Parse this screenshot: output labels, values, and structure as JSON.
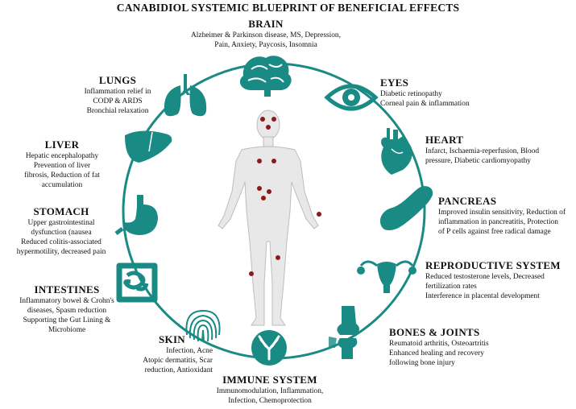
{
  "title": "CANABIDIOL SYSTEMIC BLUEPRINT OF BENEFICIAL EFFECTS",
  "colors": {
    "teal": "#1a8a84",
    "teal_dark": "#0f6a66",
    "ring": "#1a8a84",
    "dot": "#8b1a1a",
    "body": "#e6e6e6"
  },
  "organs": {
    "brain": {
      "name": "BRAIN",
      "icon": "brain-icon",
      "lines": [
        "Alzheimer & Parkinson disease, MS, Depression,",
        "Pain, Anxiety, Paycosis, Insomnia"
      ]
    },
    "eyes": {
      "name": "EYES",
      "icon": "eye-icon",
      "lines": [
        "Diabetic retinopathy",
        "Corneal pain & inflammation"
      ]
    },
    "heart": {
      "name": "HEART",
      "icon": "heart-icon",
      "lines": [
        "Infarct, Ischaemia-reperfusion, Blood",
        "pressure, Diabetic cardiomyopathy"
      ]
    },
    "pancreas": {
      "name": "PANCREAS",
      "icon": "pancreas-icon",
      "lines": [
        "Improved insulin sensitivity, Reduction of",
        "inflammation in pancreatitis, Protection",
        "of P cells against free radical damage"
      ]
    },
    "reproductive": {
      "name": "REPRODUCTIVE SYSTEM",
      "icon": "uterus-icon",
      "lines": [
        "Reduced testosterone levels,  Decreased",
        "fertilization rates",
        "Interference in placental development"
      ]
    },
    "bones": {
      "name": "BONES & JOINTS",
      "icon": "knee-joint-icon",
      "lines": [
        "Reumatoid arthritis, Osteoartritis",
        "Enhanced  healing and recovery",
        "following bone injury"
      ]
    },
    "immune": {
      "name": "IMMUNE SYSTEM",
      "icon": "antibody-icon",
      "lines": [
        "Immunomodulation, Inflammation,",
        "Infection, Chemoprotection"
      ]
    },
    "skin": {
      "name": "SKIN",
      "icon": "fingerprint-icon",
      "lines": [
        "Infection, Acne",
        "Atopic dermatitis, Scar",
        "reduction, Antioxidant"
      ]
    },
    "intestines": {
      "name": "INTESTINES",
      "icon": "intestines-icon",
      "lines": [
        "Inflammatory bowel & Crohn's",
        "diseases, Spasm reduction",
        "Supporting the Gut Lining &",
        "Microbiome"
      ]
    },
    "stomach": {
      "name": "STOMACH",
      "icon": "stomach-icon",
      "lines": [
        "Upper gastrointestinal",
        "dysfunction (nausea",
        "Reduced colitis-associated",
        "hypermotility, decreased pain"
      ]
    },
    "liver": {
      "name": "LIVER",
      "icon": "liver-icon",
      "lines": [
        "Hepatic encephalopathy",
        "Prevention of liver",
        "fibrosis, Reduction of fat",
        "accumulation"
      ]
    },
    "lungs": {
      "name": "LUNGS",
      "icon": "lungs-icon",
      "lines": [
        "Inflammation relief in",
        "CODP & ARDS",
        "Bronchial relaxation"
      ]
    }
  }
}
